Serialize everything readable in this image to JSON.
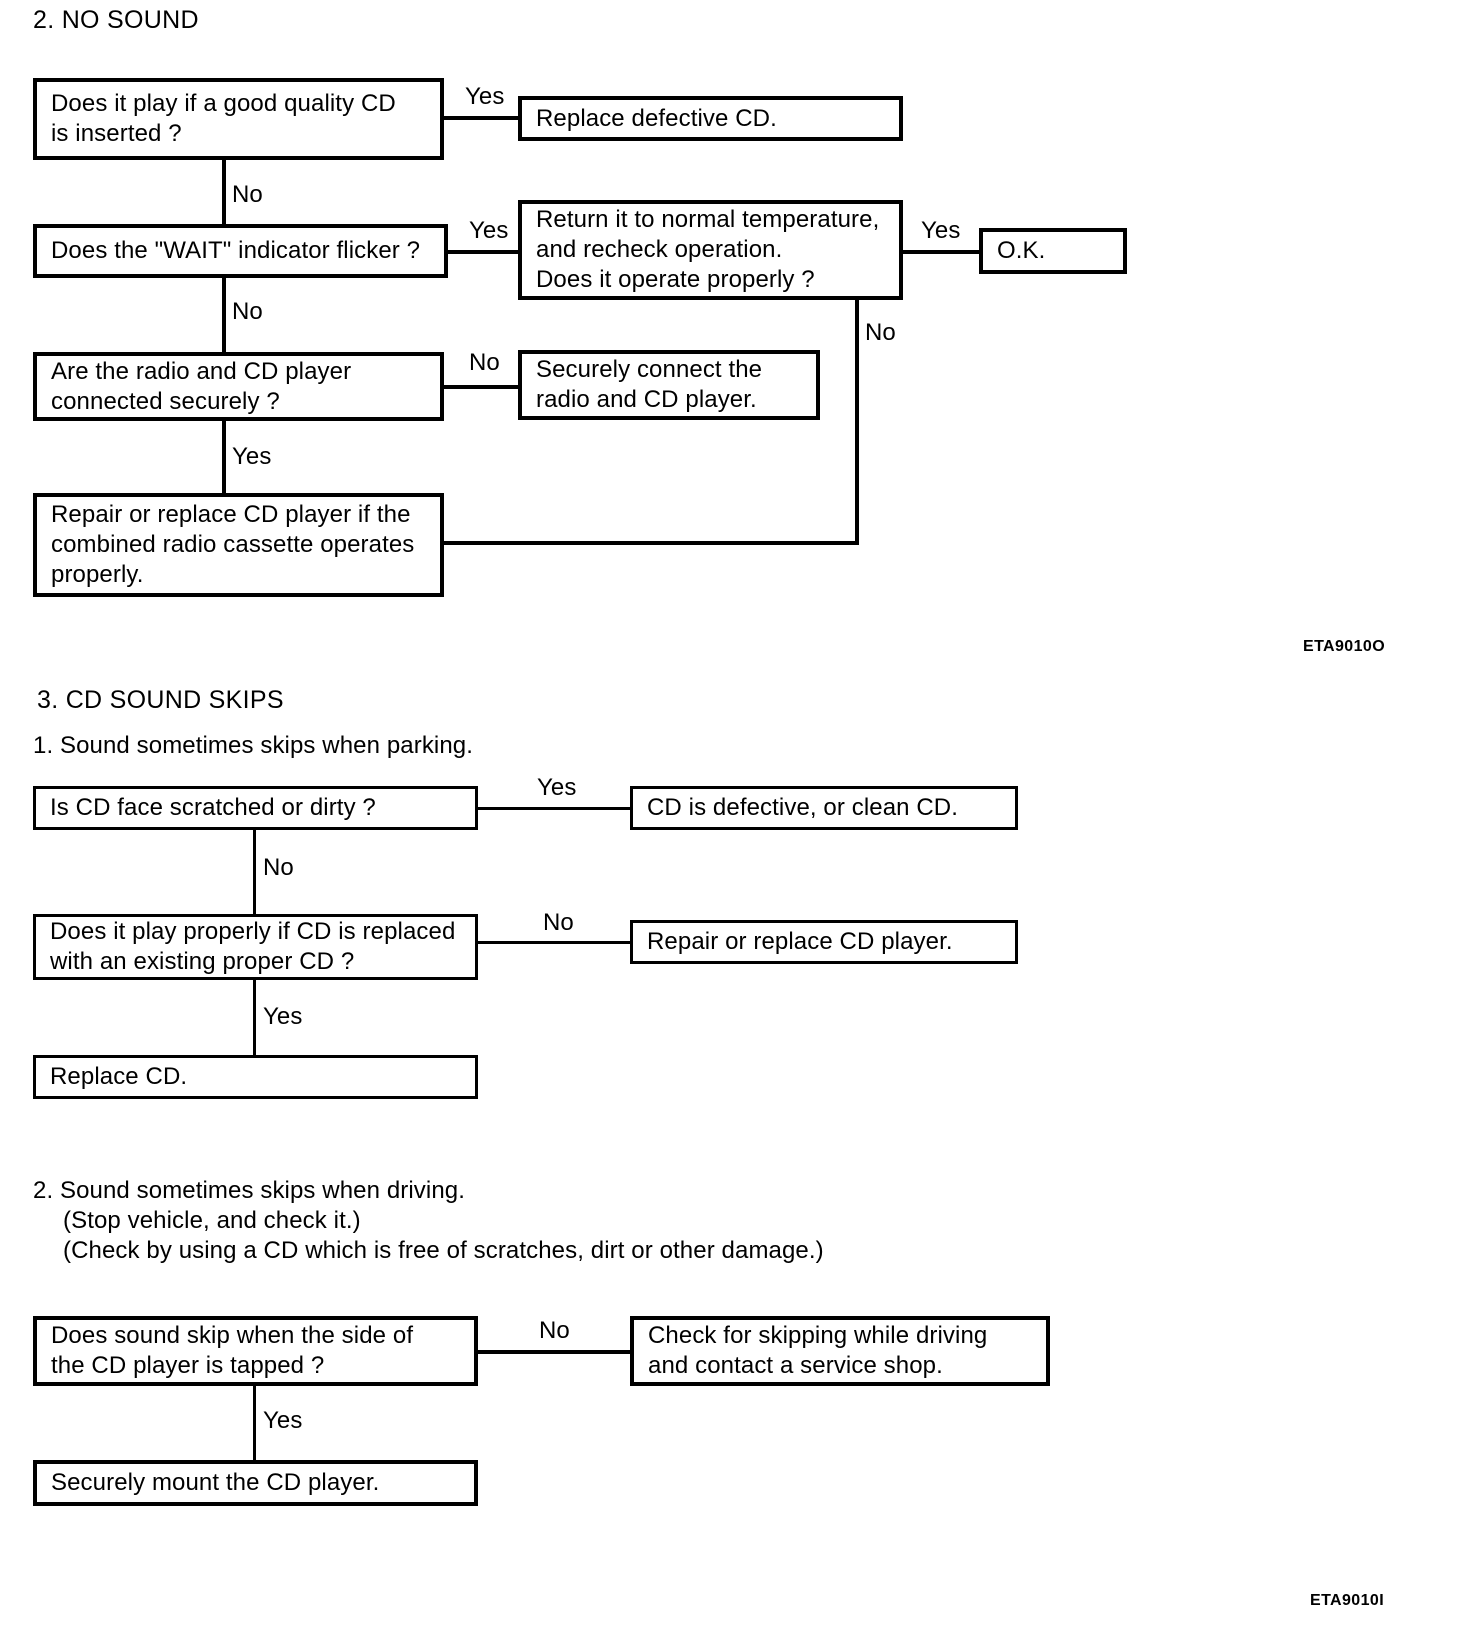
{
  "document": {
    "sections": [
      {
        "id": "no-sound",
        "heading": "2. NO SOUND",
        "figure_code": "ETA9010O",
        "boxes": [
          {
            "id": "q-good-cd",
            "text": "Does it play if a good quality CD\nis inserted ?"
          },
          {
            "id": "a-replace-cd",
            "text": "Replace defective CD."
          },
          {
            "id": "q-wait-flicker",
            "text": "Does the \"WAIT\" indicator flicker ?"
          },
          {
            "id": "q-normal-temp",
            "text": "Return it to normal temperature,\nand recheck operation.\nDoes it operate properly ?"
          },
          {
            "id": "a-ok",
            "text": "O.K."
          },
          {
            "id": "q-connected",
            "text": "Are the radio and CD player\nconnected securely ?"
          },
          {
            "id": "a-securely-connect",
            "text": "Securely connect the\nradio and CD player."
          },
          {
            "id": "a-repair-replace",
            "text": "Repair or replace CD player if the\ncombined radio cassette operates\nproperly."
          }
        ],
        "edge_labels": {
          "good_cd_yes": "Yes",
          "good_cd_no": "No",
          "wait_yes": "Yes",
          "wait_no": "No",
          "temp_yes": "Yes",
          "temp_no": "No",
          "connected_no": "No",
          "connected_yes": "Yes"
        }
      },
      {
        "id": "cd-sound-skips",
        "heading": "3. CD SOUND SKIPS",
        "figure_code": "ETA9010I",
        "subsections": [
          {
            "id": "parking",
            "title": "1. Sound sometimes skips when parking.",
            "boxes": [
              {
                "id": "q-scratched",
                "text": "Is CD face scratched or dirty ?"
              },
              {
                "id": "a-defective",
                "text": "CD is defective, or clean CD."
              },
              {
                "id": "q-play-proper",
                "text": "Does it play properly if CD is replaced\nwith an existing proper CD ?"
              },
              {
                "id": "a-repair",
                "text": "Repair or replace CD player."
              },
              {
                "id": "a-replace-cd",
                "text": "Replace CD."
              }
            ],
            "edge_labels": {
              "scratched_yes": "Yes",
              "scratched_no": "No",
              "play_no": "No",
              "play_yes": "Yes"
            }
          },
          {
            "id": "driving",
            "title": "2. Sound sometimes skips when driving.",
            "notes": [
              "(Stop vehicle, and check it.)",
              "(Check by using a CD which is free of scratches, dirt or other damage.)"
            ],
            "boxes": [
              {
                "id": "q-side-tapped",
                "text": "Does sound skip when the side of\nthe CD player is tapped ?"
              },
              {
                "id": "a-check-shop",
                "text": "Check for skipping while driving\nand contact a service shop."
              },
              {
                "id": "a-mount",
                "text": "Securely mount the CD player."
              }
            ],
            "edge_labels": {
              "tapped_no": "No",
              "tapped_yes": "Yes"
            }
          }
        ]
      }
    ]
  },
  "colors": {
    "ink": "#000000",
    "paper": "#ffffff"
  }
}
